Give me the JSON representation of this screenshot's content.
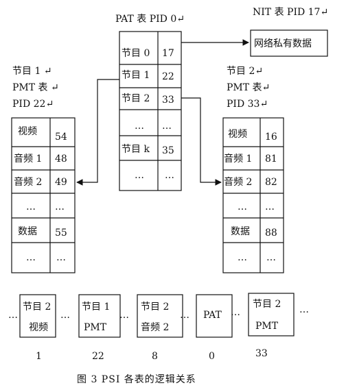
{
  "pat_table": {
    "title": "PAT 表  PID 0↵",
    "rows": [
      {
        "program": "节目 0",
        "pid": "17"
      },
      {
        "program": "节目 1",
        "pid": "22"
      },
      {
        "program": "节目 2",
        "pid": "33"
      },
      {
        "program": "…",
        "pid": "…"
      },
      {
        "program": "节目 k",
        "pid": "35"
      },
      {
        "program": "…",
        "pid": "…"
      }
    ]
  },
  "nit": {
    "title": "NIT 表  PID 17↵",
    "box_label": "网络私有数据"
  },
  "pmt1": {
    "title_line1": "节目 1  ↵",
    "title_line2": "PMT 表  ↵",
    "title_line3": "PID 22↵",
    "rows": [
      {
        "stream": "视频",
        "pid": "54"
      },
      {
        "stream": "音频 1",
        "pid": "48"
      },
      {
        "stream": "音频 2",
        "pid": "49"
      },
      {
        "stream": "…",
        "pid": "…"
      },
      {
        "stream": "数据",
        "pid": "55"
      },
      {
        "stream": "…",
        "pid": "…"
      }
    ]
  },
  "pmt2": {
    "title_line1": "节目 2↵",
    "title_line2": "PMT 表↵",
    "title_line3": "PID 33↵",
    "rows": [
      {
        "stream": "视频",
        "pid": "16"
      },
      {
        "stream": "音频 1",
        "pid": "81"
      },
      {
        "stream": "音频 2",
        "pid": "82"
      },
      {
        "stream": "…",
        "pid": "…"
      },
      {
        "stream": "数据",
        "pid": "88"
      },
      {
        "stream": "…",
        "pid": "…"
      }
    ]
  },
  "packet_stream": {
    "packets": [
      {
        "line1": "节目 2",
        "line2": "视频",
        "pid": "1"
      },
      {
        "line1": "节目 1",
        "line2": "PMT",
        "pid": "22"
      },
      {
        "line1": "节目 2",
        "line2": "音频 2",
        "pid": "8"
      },
      {
        "line1": "PAT",
        "line2": "",
        "pid": "0"
      },
      {
        "line1": "节目 2",
        "line2": "PMT",
        "pid": "33"
      }
    ],
    "dots": "…"
  },
  "caption": "图 3   PSI 各表的逻辑关系"
}
